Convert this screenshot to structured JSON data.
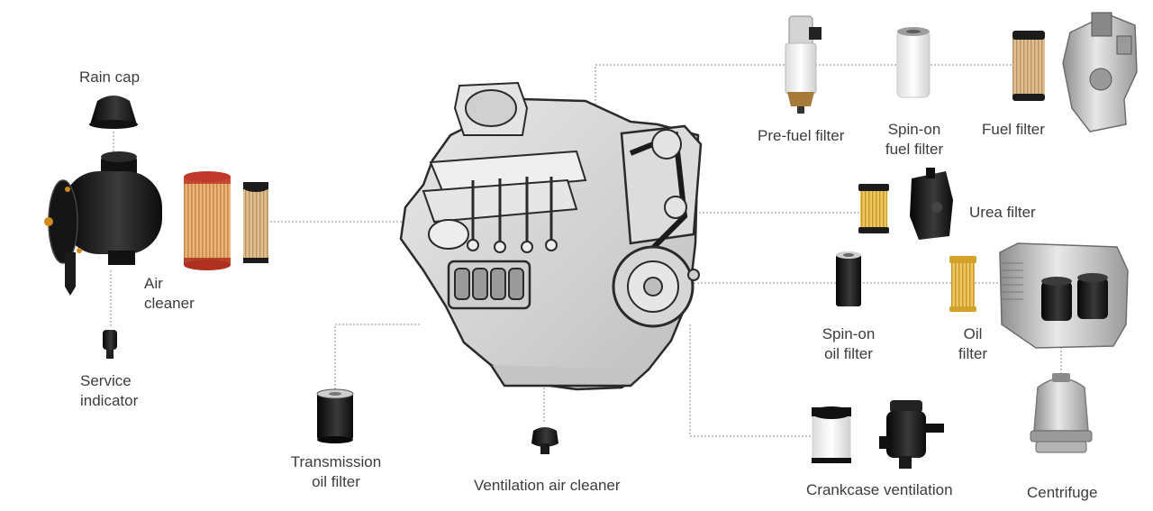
{
  "labels": {
    "rain_cap": "Rain cap",
    "air_cleaner": [
      "Air",
      "cleaner"
    ],
    "service_indicator": [
      "Service",
      "indicator"
    ],
    "transmission_oil_filter": [
      "Transmission",
      "oil filter"
    ],
    "ventilation_air_cleaner": "Ventilation air cleaner",
    "pre_fuel_filter": "Pre-fuel filter",
    "spin_on_fuel_filter": [
      "Spin-on",
      "fuel filter"
    ],
    "fuel_filter": "Fuel filter",
    "urea_filter": "Urea filter",
    "spin_on_oil_filter": [
      "Spin-on",
      "oil filter"
    ],
    "oil_filter": [
      "Oil",
      "filter"
    ],
    "crankcase_ventilation": "Crankcase ventilation",
    "centrifuge": "Centrifuge"
  },
  "colors": {
    "connector_line": "#8a8a8a",
    "engine_body": "#d9d9d9",
    "engine_outline": "#2a2a2a",
    "filter_black": "#1c1c1c",
    "filter_white": "#f2f2f2",
    "filter_paper": "#d9a46b",
    "filter_yellow": "#e0b040",
    "housing_silver": "#bdbdbd"
  },
  "icons": [
    "engine-icon",
    "rain-cap-icon",
    "air-cleaner-housing-icon",
    "air-cleaner-element-icon",
    "safety-element-icon",
    "service-indicator-icon",
    "transmission-oil-filter-icon",
    "ventilation-air-cleaner-icon",
    "pre-fuel-filter-icon",
    "spin-on-fuel-filter-icon",
    "fuel-filter-element-icon",
    "fuel-filter-module-icon",
    "urea-filter-element-icon",
    "urea-filter-module-icon",
    "spin-on-oil-filter-icon",
    "oil-filter-element-icon",
    "oil-filter-module-icon",
    "crankcase-element-icon",
    "crankcase-ventilation-unit-icon",
    "centrifuge-icon"
  ]
}
